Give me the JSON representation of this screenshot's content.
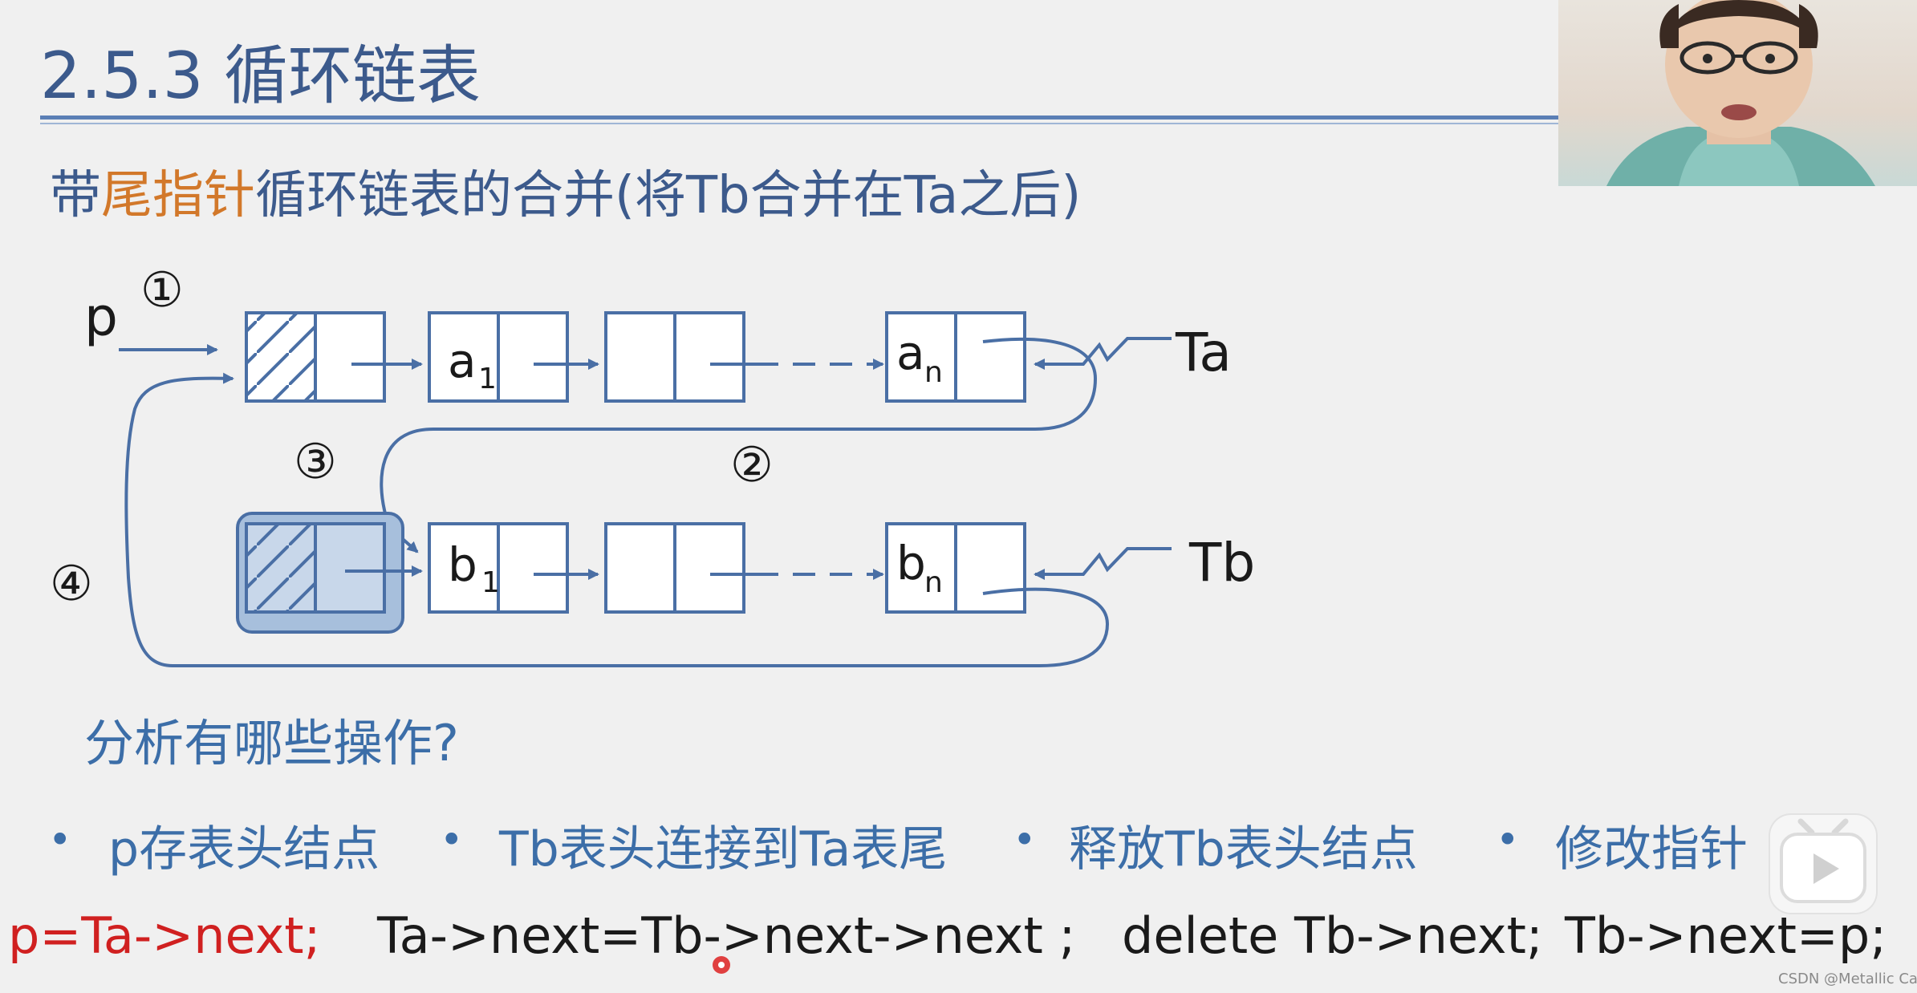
{
  "title": "2.5.3 循环链表",
  "subtitle": {
    "prefix": "带",
    "highlight": "尾指针",
    "suffix": "循环链表的合并(将Tb合并在Ta之后)"
  },
  "diagram": {
    "pointer_p": "p",
    "label_ta": "Ta",
    "label_tb": "Tb",
    "step1": "①",
    "step2": "②",
    "step3": "③",
    "step4": "④",
    "node_a1_main": "a",
    "node_a1_sub": "1",
    "node_an_main": "a",
    "node_an_sub": "n",
    "node_b1_main": "b",
    "node_b1_sub": "1",
    "node_bn_main": "b",
    "node_bn_sub": "n"
  },
  "question": "分析有哪些操作?",
  "bullets": [
    "p存表头结点",
    "Tb表头连接到Ta表尾",
    "释放Tb表头结点",
    "修改指针"
  ],
  "code": {
    "line1": "p=Ta->next;",
    "line2": "Ta->next=Tb->next->next ;",
    "line3": "delete Tb->next;",
    "line4": "Tb->next=p;"
  },
  "watermark": "CSDN @Metallic Cat",
  "colors": {
    "title": "#3c5a8c",
    "highlight": "#d2782a",
    "diagram_line": "#4a6fa5",
    "code_red": "#d02020"
  },
  "icons": {
    "video": "webcam-video",
    "play": "play-icon"
  }
}
